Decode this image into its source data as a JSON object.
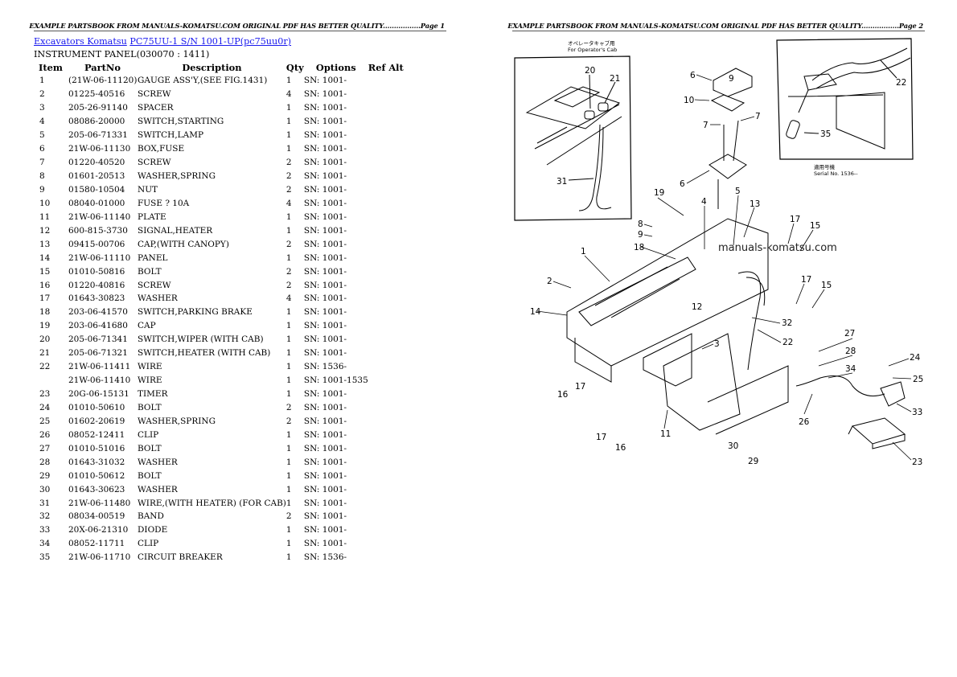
{
  "page1": {
    "header": "EXAMPLE PARTSBOOK FROM MANUALS-KOMATSU.COM ORIGINAL PDF HAS BETTER QUALITY.................Page 1",
    "breadcrumb": {
      "link1": "Excavators Komatsu",
      "link2": "PC75UU-1 S/N 1001-UP(pc75uu0r)"
    },
    "section_title": "INSTRUMENT PANEL(030070 : 1411)",
    "table": {
      "headers": [
        "Item",
        "PartNo",
        "Description",
        "Qty",
        "Options",
        "Ref Alt"
      ],
      "rows": [
        {
          "item": "1",
          "part": "(21W-06-11120)",
          "desc": "GAUGE ASS'Y,(SEE FIG.1431)",
          "qty": "1",
          "opt": "SN: 1001-",
          "ref": ""
        },
        {
          "item": "2",
          "part": "01225-40516",
          "desc": "SCREW",
          "qty": "4",
          "opt": "SN: 1001-",
          "ref": ""
        },
        {
          "item": "3",
          "part": "205-26-91140",
          "desc": "SPACER",
          "qty": "1",
          "opt": "SN: 1001-",
          "ref": ""
        },
        {
          "item": "4",
          "part": "08086-20000",
          "desc": "SWITCH,STARTING",
          "qty": "1",
          "opt": "SN: 1001-",
          "ref": ""
        },
        {
          "item": "5",
          "part": "205-06-71331",
          "desc": "SWITCH,LAMP",
          "qty": "1",
          "opt": "SN: 1001-",
          "ref": ""
        },
        {
          "item": "6",
          "part": "21W-06-11130",
          "desc": "BOX,FUSE",
          "qty": "1",
          "opt": "SN: 1001-",
          "ref": ""
        },
        {
          "item": "7",
          "part": "01220-40520",
          "desc": "SCREW",
          "qty": "2",
          "opt": "SN: 1001-",
          "ref": ""
        },
        {
          "item": "8",
          "part": "01601-20513",
          "desc": "WASHER,SPRING",
          "qty": "2",
          "opt": "SN: 1001-",
          "ref": ""
        },
        {
          "item": "9",
          "part": "01580-10504",
          "desc": "NUT",
          "qty": "2",
          "opt": "SN: 1001-",
          "ref": ""
        },
        {
          "item": "10",
          "part": "08040-01000",
          "desc": "FUSE ? 10A",
          "qty": "4",
          "opt": "SN: 1001-",
          "ref": ""
        },
        {
          "item": "11",
          "part": "21W-06-11140",
          "desc": "PLATE",
          "qty": "1",
          "opt": "SN: 1001-",
          "ref": ""
        },
        {
          "item": "12",
          "part": "600-815-3730",
          "desc": "SIGNAL,HEATER",
          "qty": "1",
          "opt": "SN: 1001-",
          "ref": ""
        },
        {
          "item": "13",
          "part": "09415-00706",
          "desc": "CAP,(WITH CANOPY)",
          "qty": "2",
          "opt": "SN: 1001-",
          "ref": ""
        },
        {
          "item": "14",
          "part": "21W-06-11110",
          "desc": "PANEL",
          "qty": "1",
          "opt": "SN: 1001-",
          "ref": ""
        },
        {
          "item": "15",
          "part": "01010-50816",
          "desc": "BOLT",
          "qty": "2",
          "opt": "SN: 1001-",
          "ref": ""
        },
        {
          "item": "16",
          "part": "01220-40816",
          "desc": "SCREW",
          "qty": "2",
          "opt": "SN: 1001-",
          "ref": ""
        },
        {
          "item": "17",
          "part": "01643-30823",
          "desc": "WASHER",
          "qty": "4",
          "opt": "SN: 1001-",
          "ref": ""
        },
        {
          "item": "18",
          "part": "203-06-41570",
          "desc": "SWITCH,PARKING BRAKE",
          "qty": "1",
          "opt": "SN: 1001-",
          "ref": ""
        },
        {
          "item": "19",
          "part": "203-06-41680",
          "desc": "CAP",
          "qty": "1",
          "opt": "SN: 1001-",
          "ref": ""
        },
        {
          "item": "20",
          "part": "205-06-71341",
          "desc": "SWITCH,WIPER (WITH CAB)",
          "qty": "1",
          "opt": "SN: 1001-",
          "ref": ""
        },
        {
          "item": "21",
          "part": "205-06-71321",
          "desc": "SWITCH,HEATER (WITH CAB)",
          "qty": "1",
          "opt": "SN: 1001-",
          "ref": ""
        },
        {
          "item": "22",
          "part": "21W-06-11411",
          "desc": "WIRE",
          "qty": "1",
          "opt": "SN: 1536-",
          "ref": ""
        },
        {
          "item": "",
          "part": "21W-06-11410",
          "desc": "WIRE",
          "qty": "1",
          "opt": "SN: 1001-1535",
          "ref": ""
        },
        {
          "item": "23",
          "part": "20G-06-15131",
          "desc": "TIMER",
          "qty": "1",
          "opt": "SN: 1001-",
          "ref": ""
        },
        {
          "item": "24",
          "part": "01010-50610",
          "desc": "BOLT",
          "qty": "2",
          "opt": "SN: 1001-",
          "ref": ""
        },
        {
          "item": "25",
          "part": "01602-20619",
          "desc": "WASHER,SPRING",
          "qty": "2",
          "opt": "SN: 1001-",
          "ref": ""
        },
        {
          "item": "26",
          "part": "08052-12411",
          "desc": "CLIP",
          "qty": "1",
          "opt": "SN: 1001-",
          "ref": ""
        },
        {
          "item": "27",
          "part": "01010-51016",
          "desc": "BOLT",
          "qty": "1",
          "opt": "SN: 1001-",
          "ref": ""
        },
        {
          "item": "28",
          "part": "01643-31032",
          "desc": "WASHER",
          "qty": "1",
          "opt": "SN: 1001-",
          "ref": ""
        },
        {
          "item": "29",
          "part": "01010-50612",
          "desc": "BOLT",
          "qty": "1",
          "opt": "SN: 1001-",
          "ref": ""
        },
        {
          "item": "30",
          "part": "01643-30623",
          "desc": "WASHER",
          "qty": "1",
          "opt": "SN: 1001-",
          "ref": ""
        },
        {
          "item": "31",
          "part": "21W-06-11480",
          "desc": "WIRE,(WITH HEATER) (FOR CAB)",
          "qty": "1",
          "opt": "SN: 1001-",
          "ref": ""
        },
        {
          "item": "32",
          "part": "08034-00519",
          "desc": "BAND",
          "qty": "2",
          "opt": "SN: 1001-",
          "ref": ""
        },
        {
          "item": "33",
          "part": "20X-06-21310",
          "desc": "DIODE",
          "qty": "1",
          "opt": "SN: 1001-",
          "ref": ""
        },
        {
          "item": "34",
          "part": "08052-11711",
          "desc": "CLIP",
          "qty": "1",
          "opt": "SN: 1001-",
          "ref": ""
        },
        {
          "item": "35",
          "part": "21W-06-11710",
          "desc": "CIRCUIT BREAKER",
          "qty": "1",
          "opt": "SN: 1536-",
          "ref": ""
        }
      ]
    }
  },
  "page2": {
    "header": "EXAMPLE PARTSBOOK FROM MANUALS-KOMATSU.COM ORIGINAL PDF HAS BETTER QUALITY.................Page 2",
    "diagram": {
      "inset_left_caption_jp": "オペレータキャブ用",
      "inset_left_caption": "For Operator's Cab",
      "inset_right_caption_jp": "適用号機",
      "inset_right_caption": "Serial No. 1536--",
      "watermark": "manuals-komatsu.com",
      "callouts": [
        "20",
        "21",
        "31",
        "6",
        "9",
        "10",
        "7",
        "7",
        "6",
        "22",
        "35",
        "19",
        "4",
        "5",
        "13",
        "17",
        "15",
        "8",
        "9",
        "18",
        "1",
        "2",
        "12",
        "17",
        "15",
        "14",
        "3",
        "32",
        "22",
        "27",
        "28",
        "24",
        "34",
        "25",
        "16",
        "17",
        "26",
        "33",
        "11",
        "17",
        "16",
        "30",
        "29",
        "23"
      ]
    }
  }
}
